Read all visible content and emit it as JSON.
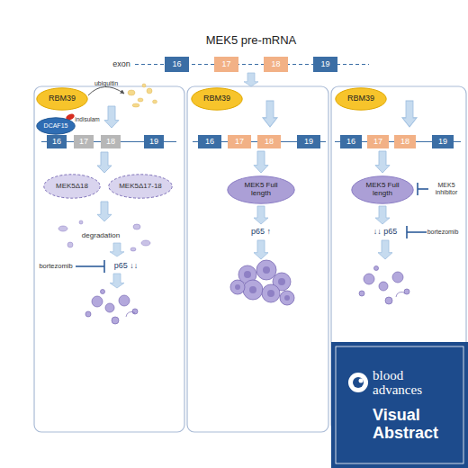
{
  "diagram": {
    "title": "MEK5 pre-mRNA",
    "nodes": [
      {
        "text": [
          "16"
        ]
      },
      {
        "text": [
          "17"
        ]
      },
      {
        "text": [
          "18"
        ]
      },
      {
        "text": [
          "19"
        ]
      },
      {
        "text": [
          "RBM39"
        ]
      },
      {
        "text": [
          "DCAF15"
        ]
      },
      {
        "text": [
          "16"
        ]
      },
      {
        "text": [
          "17"
        ]
      },
      {
        "text": [
          "18"
        ]
      },
      {
        "text": [
          "19"
        ]
      },
      {
        "text": [
          "MEK5Δ18"
        ]
      },
      {
        "text": [
          "MEK5Δ17-18"
        ]
      },
      {
        "text": [
          "RBM39"
        ]
      },
      {
        "text": [
          "16"
        ]
      },
      {
        "text": [
          "17"
        ]
      },
      {
        "text": [
          "18"
        ]
      },
      {
        "text": [
          "19"
        ]
      },
      {
        "text": [
          "MEK5 Full length"
        ]
      },
      {
        "text": [
          "RBM39"
        ]
      },
      {
        "text": [
          "16"
        ]
      },
      {
        "text": [
          "17"
        ]
      },
      {
        "text": [
          "18"
        ]
      },
      {
        "text": [
          "19"
        ]
      },
      {
        "text": [
          "MEK5 Full length"
        ]
      },
      {
        "text": [
          "blood advances",
          "Visual Abstract"
        ]
      }
    ],
    "labels": [
      "exon",
      "ubiquitin",
      "indisulam",
      "degradation",
      "bortezomib",
      "p65 ↓↓",
      "p65 ↑",
      "MEK5 inhibitor",
      "↓↓ p65",
      "bortezomib"
    ]
  }
}
